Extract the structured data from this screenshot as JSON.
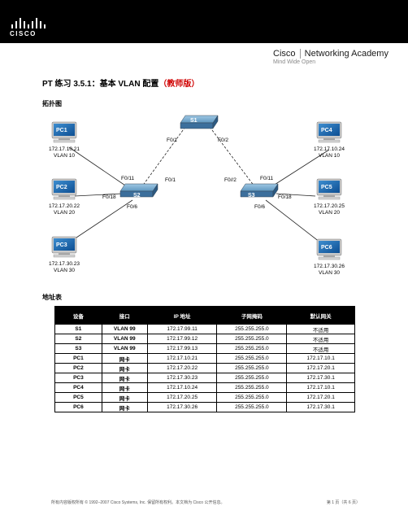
{
  "header": {
    "logo_text": "CISCO",
    "academy_name_a": "Cisco",
    "academy_name_b": "Networking Academy",
    "academy_tagline": "Mind Wide Open"
  },
  "doc": {
    "title_main": "PT 练习 3.5.1：基本 VLAN 配置",
    "title_suffix": "（教师版）",
    "topology_heading": "拓扑图",
    "addressing_heading": "地址表"
  },
  "topology": {
    "switches": [
      {
        "id": "S1",
        "label": "S1"
      },
      {
        "id": "S2",
        "label": "S2"
      },
      {
        "id": "S3",
        "label": "S3"
      }
    ],
    "pcs": [
      {
        "id": "PC1",
        "label": "PC1",
        "ip": "172.17.10.21",
        "vlan": "VLAN 10"
      },
      {
        "id": "PC2",
        "label": "PC2",
        "ip": "172.17.20.22",
        "vlan": "VLAN 20"
      },
      {
        "id": "PC3",
        "label": "PC3",
        "ip": "172.17.30.23",
        "vlan": "VLAN 30"
      },
      {
        "id": "PC4",
        "label": "PC4",
        "ip": "172.17.10.24",
        "vlan": "VLAN 10"
      },
      {
        "id": "PC5",
        "label": "PC5",
        "ip": "172.17.20.25",
        "vlan": "VLAN 20"
      },
      {
        "id": "PC6",
        "label": "PC6",
        "ip": "172.17.30.26",
        "vlan": "VLAN 30"
      }
    ],
    "ports": {
      "s1_left": "F0/1",
      "s1_right": "F0/2",
      "s2_up": "F0/11",
      "s2_trunk": "F0/1",
      "s2_left": "F0/18",
      "s2_down": "F0/6",
      "s3_trunk": "F0//2",
      "s3_up": "F0/11",
      "s3_right": "F0/18",
      "s3_down": "F0/6"
    }
  },
  "address_table": {
    "headers": [
      "设备",
      "接口",
      "IP 地址",
      "子网掩码",
      "默认网关"
    ],
    "rows": [
      [
        "S1",
        "VLAN 99",
        "172.17.99.11",
        "255.255.255.0",
        "不适用"
      ],
      [
        "S2",
        "VLAN 99",
        "172.17.99.12",
        "255.255.255.0",
        "不适用"
      ],
      [
        "S3",
        "VLAN 99",
        "172.17.99.13",
        "255.255.255.0",
        "不适用"
      ],
      [
        "PC1",
        "网卡",
        "172.17.10.21",
        "255.255.255.0",
        "172.17.10.1"
      ],
      [
        "PC2",
        "网卡",
        "172.17.20.22",
        "255.255.255.0",
        "172.17.20.1"
      ],
      [
        "PC3",
        "网卡",
        "172.17.30.23",
        "255.255.255.0",
        "172.17.30.1"
      ],
      [
        "PC4",
        "网卡",
        "172.17.10.24",
        "255.255.255.0",
        "172.17.10.1"
      ],
      [
        "PC5",
        "网卡",
        "172.17.20.25",
        "255.255.255.0",
        "172.17.20.1"
      ],
      [
        "PC6",
        "网卡",
        "172.17.30.26",
        "255.255.255.0",
        "172.17.30.1"
      ]
    ]
  },
  "footer": {
    "copyright": "所有内容版权所有 © 1992–2007 Cisco Systems, Inc. 保留所有权利。本文档为 Cisco 公开信息。",
    "page": "第 1 页（共 6 页）"
  }
}
